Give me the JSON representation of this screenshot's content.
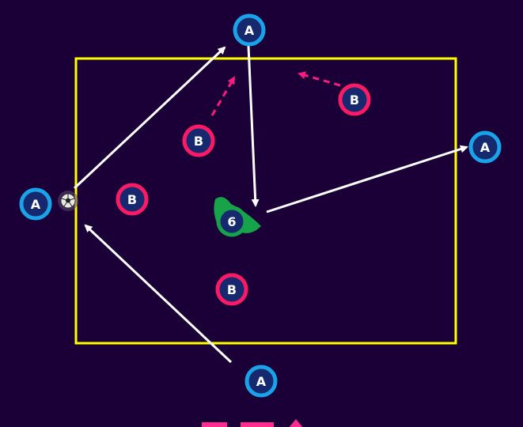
{
  "diagram": {
    "background_color": "#1b0038",
    "field_line_color": "#ffff00",
    "team_a": {
      "label": "A",
      "ring_color": "#1aa3e8",
      "fill_color": "#17296e"
    },
    "team_b": {
      "label": "B",
      "ring_color": "#ff1a66",
      "fill_color": "#17296e"
    },
    "central_player": {
      "label": "6",
      "ring_color": "#16a34a",
      "fill_color": "#17296e"
    },
    "pass_arrow_color": "#ffffff",
    "run_arrow_color": "#ff1a80",
    "ball": "soccer-ball-icon",
    "logo_color": "#ff2d8e"
  }
}
